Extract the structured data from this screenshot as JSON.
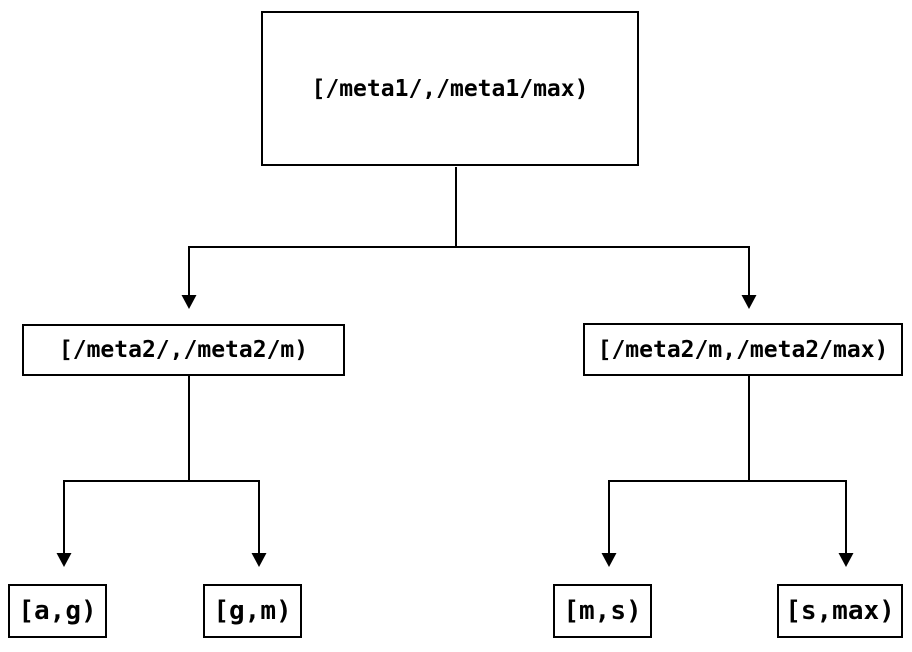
{
  "colors": {
    "background": "#ffffff",
    "line": "#000000",
    "text": "#000000",
    "node_fill": "#ffffff"
  },
  "nodes": {
    "root": {
      "label": "[/meta1/,/meta1/max)"
    },
    "meta2_low": {
      "label": "[/meta2/,/meta2/m)"
    },
    "meta2_high": {
      "label": "[/meta2/m,/meta2/max)"
    },
    "leaf_ag": {
      "label": "[a,g)"
    },
    "leaf_gm": {
      "label": "[g,m)"
    },
    "leaf_ms": {
      "label": "[m,s)"
    },
    "leaf_smax": {
      "label": "[s,max)"
    }
  },
  "edges": [
    {
      "from": "root",
      "to": "meta2_low"
    },
    {
      "from": "root",
      "to": "meta2_high"
    },
    {
      "from": "meta2_low",
      "to": "leaf_ag"
    },
    {
      "from": "meta2_low",
      "to": "leaf_gm"
    },
    {
      "from": "meta2_high",
      "to": "leaf_ms"
    },
    {
      "from": "meta2_high",
      "to": "leaf_smax"
    }
  ]
}
